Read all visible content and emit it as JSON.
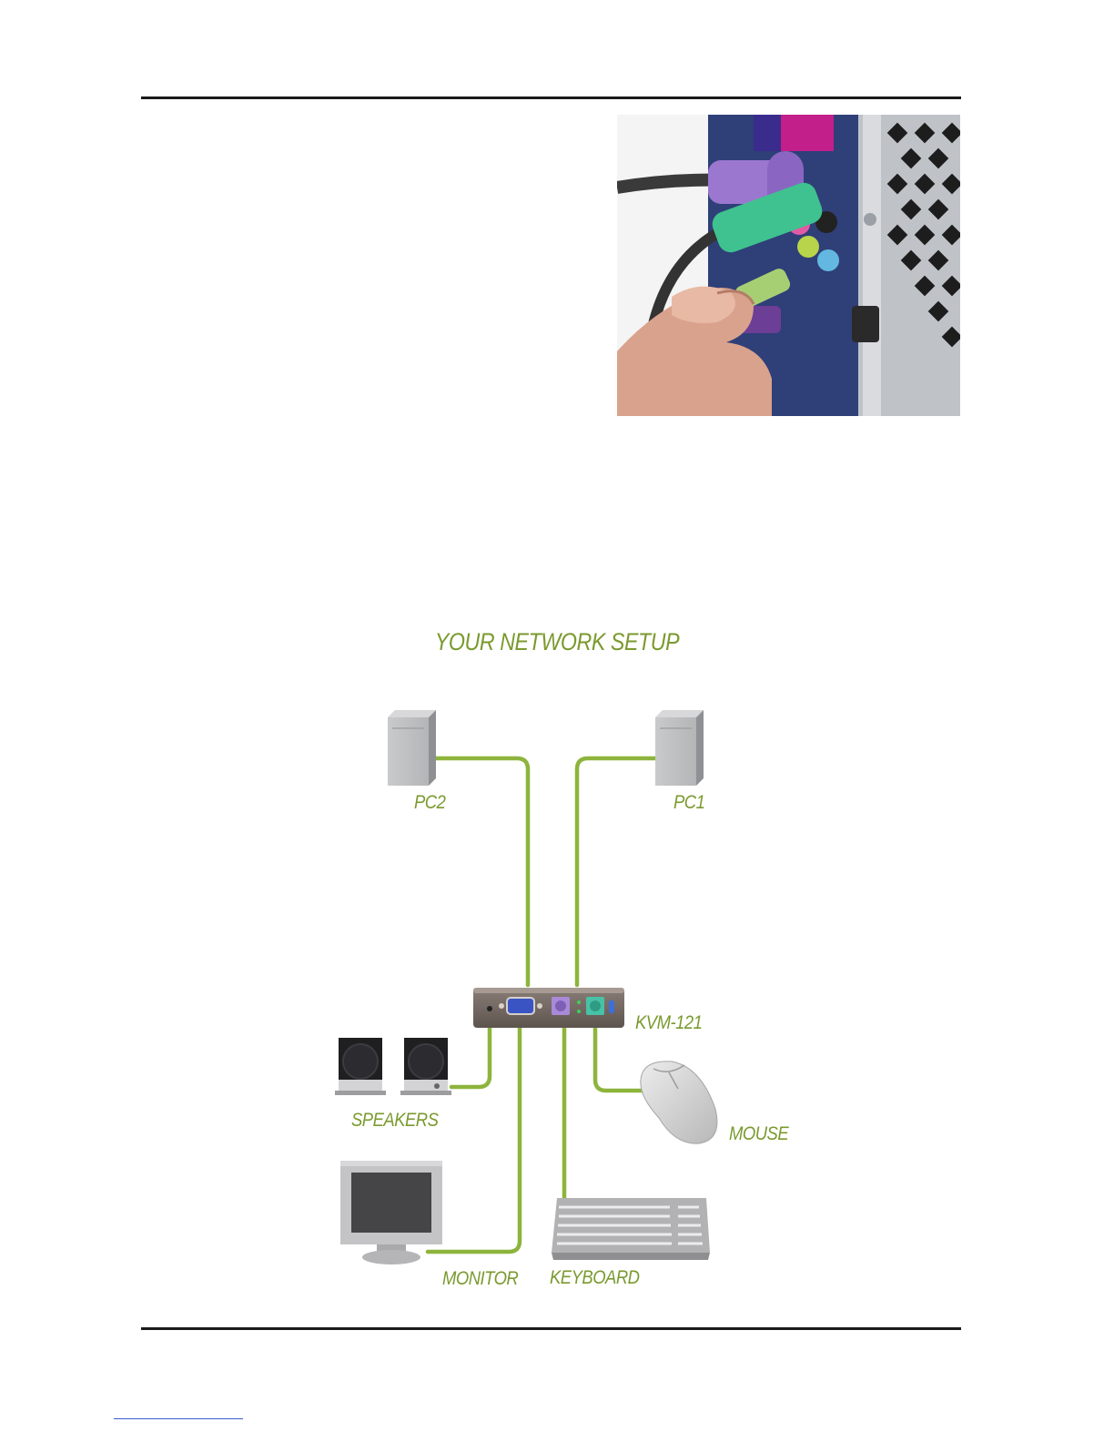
{
  "diagram": {
    "title": "YOUR NETWORK SETUP",
    "labels": {
      "pc2": "PC2",
      "pc1": "PC1",
      "kvm": "KVM-121",
      "speakers": "SPEAKERS",
      "mouse": "MOUSE",
      "monitor": "MONITOR",
      "keyboard": "KEYBOARD"
    },
    "cable_color": "#8db43c",
    "label_color": "#7a9a2e"
  },
  "photo": {
    "subject": "hand plugging PS/2 and audio connectors into back of computer"
  }
}
